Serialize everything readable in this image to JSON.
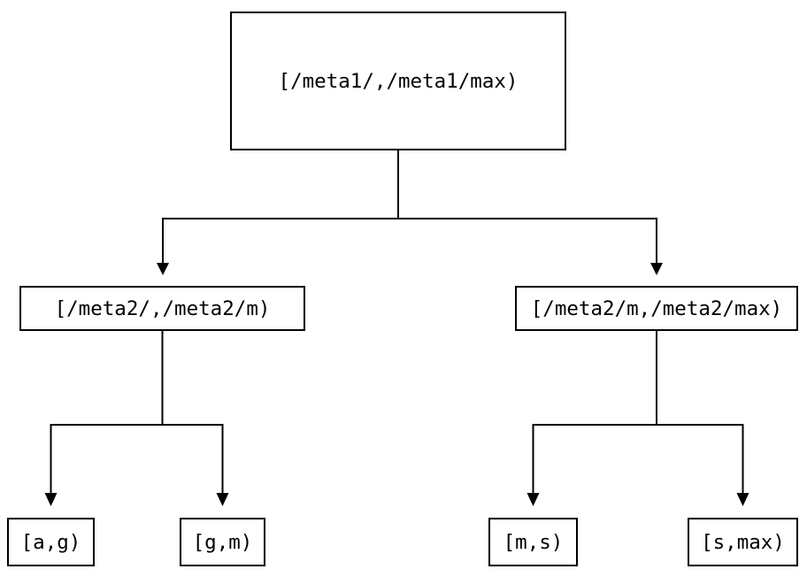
{
  "diagram": {
    "type": "tree",
    "colors": {
      "background": "#ffffff",
      "line": "#000000",
      "box_border": "#000000",
      "text": "#000000"
    },
    "nodes": {
      "root": {
        "label": "[/meta1/,/meta1/max)"
      },
      "left": {
        "label": "[/meta2/,/meta2/m)"
      },
      "right": {
        "label": "[/meta2/m,/meta2/max)"
      },
      "leaf_ag": {
        "label": "[a,g)"
      },
      "leaf_gm": {
        "label": "[g,m)"
      },
      "leaf_ms": {
        "label": "[m,s)"
      },
      "leaf_smax": {
        "label": "[s,max)"
      }
    },
    "edges": [
      {
        "from": "root",
        "to": "left"
      },
      {
        "from": "root",
        "to": "right"
      },
      {
        "from": "left",
        "to": "leaf_ag"
      },
      {
        "from": "left",
        "to": "leaf_gm"
      },
      {
        "from": "right",
        "to": "leaf_ms"
      },
      {
        "from": "right",
        "to": "leaf_smax"
      }
    ]
  }
}
